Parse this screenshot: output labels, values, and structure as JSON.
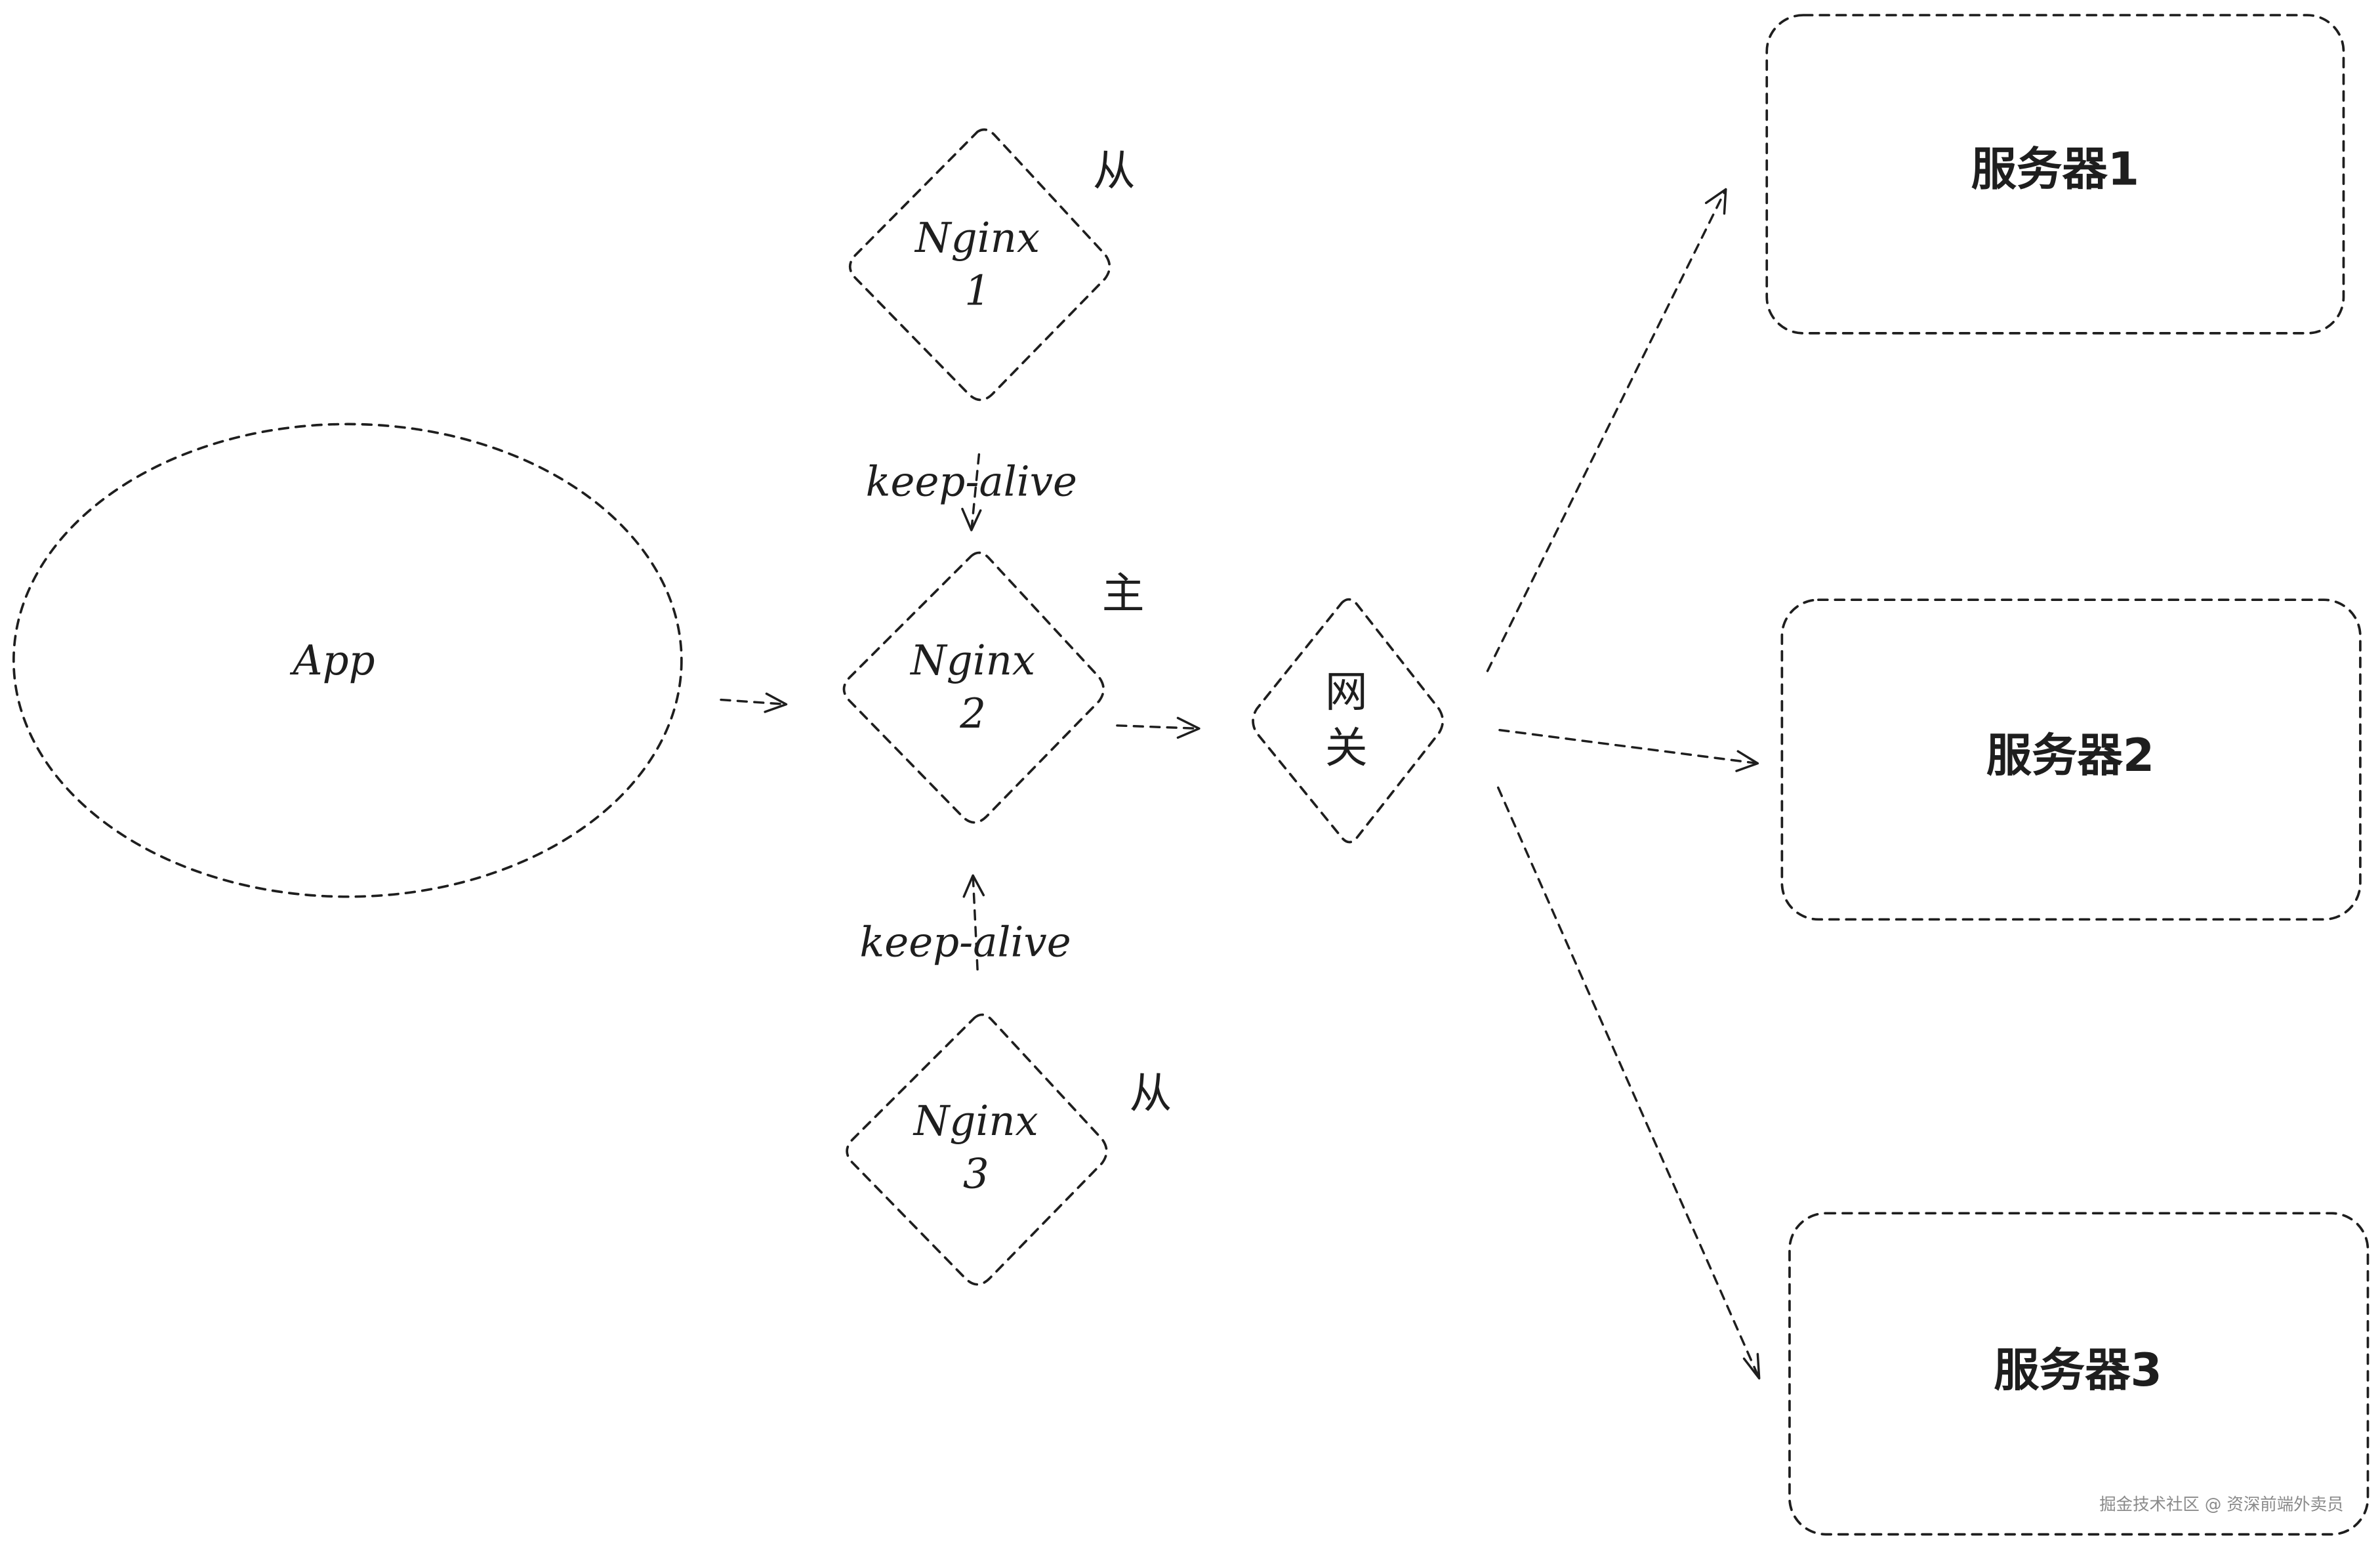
{
  "app": {
    "label": "App"
  },
  "nginx": [
    {
      "name": "Nginx",
      "num": "1",
      "role": "从"
    },
    {
      "name": "Nginx",
      "num": "2",
      "role": "主"
    },
    {
      "name": "Nginx",
      "num": "3",
      "role": "从"
    }
  ],
  "keepalive": {
    "top": "keep-alive",
    "bottom": "keep-alive"
  },
  "gateway": {
    "line1": "网",
    "line2": "关"
  },
  "servers": [
    "服务器1",
    "服务器2",
    "服务器3"
  ],
  "watermark": "掘金技术社区 @ 资深前端外卖员"
}
